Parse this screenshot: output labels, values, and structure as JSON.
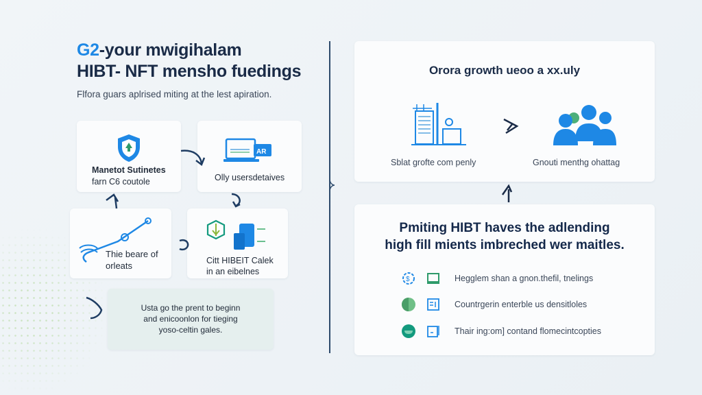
{
  "header": {
    "title_accent": "G2",
    "title_line1_rest": "-your mwigihalam",
    "title_line2": "HIBT- NFT mensho fuedings",
    "subtitle": "Flfora guars aplrised miting at the lest apiration."
  },
  "flow": {
    "cards": [
      {
        "line1": "Manetot Sutinetes",
        "line2": "farn C6 coutole",
        "icon": "shield-icon"
      },
      {
        "line1": "Olly usersdetaives",
        "icon": "laptop-icon"
      },
      {
        "line1": "Thie beare of",
        "line2": "orleats",
        "icon": "key-chain-icon"
      },
      {
        "line1": "Citt HIBEIT Calek",
        "line2": "in an eibelnes",
        "icon": "server-hex-icon"
      }
    ],
    "note": {
      "line1": "Usta go the prent to beginn",
      "line2": "and enicoonlon for tieging",
      "line3": "yoso-celtin gales."
    }
  },
  "growth_card": {
    "title": "Orora growth ueoo a xx.uly",
    "left_label": "Sblat grofte com penly",
    "right_label": "Gnouti menthg ohattag"
  },
  "features_card": {
    "title_line1": "Pmiting HIBT haves the adlending",
    "title_line2": "high fill mients imbreched wer maitles.",
    "rows": [
      {
        "text": "Hegglem shan a gnon.thefil, tnelings"
      },
      {
        "text": "Countrgerin enterble us densitloles"
      },
      {
        "text": "Thair ing:om] contand flomecintcopties"
      }
    ]
  },
  "colors": {
    "navy": "#1a2b47",
    "blue": "#1e88e5",
    "green": "#4caf7a",
    "teal": "#139a7e"
  }
}
